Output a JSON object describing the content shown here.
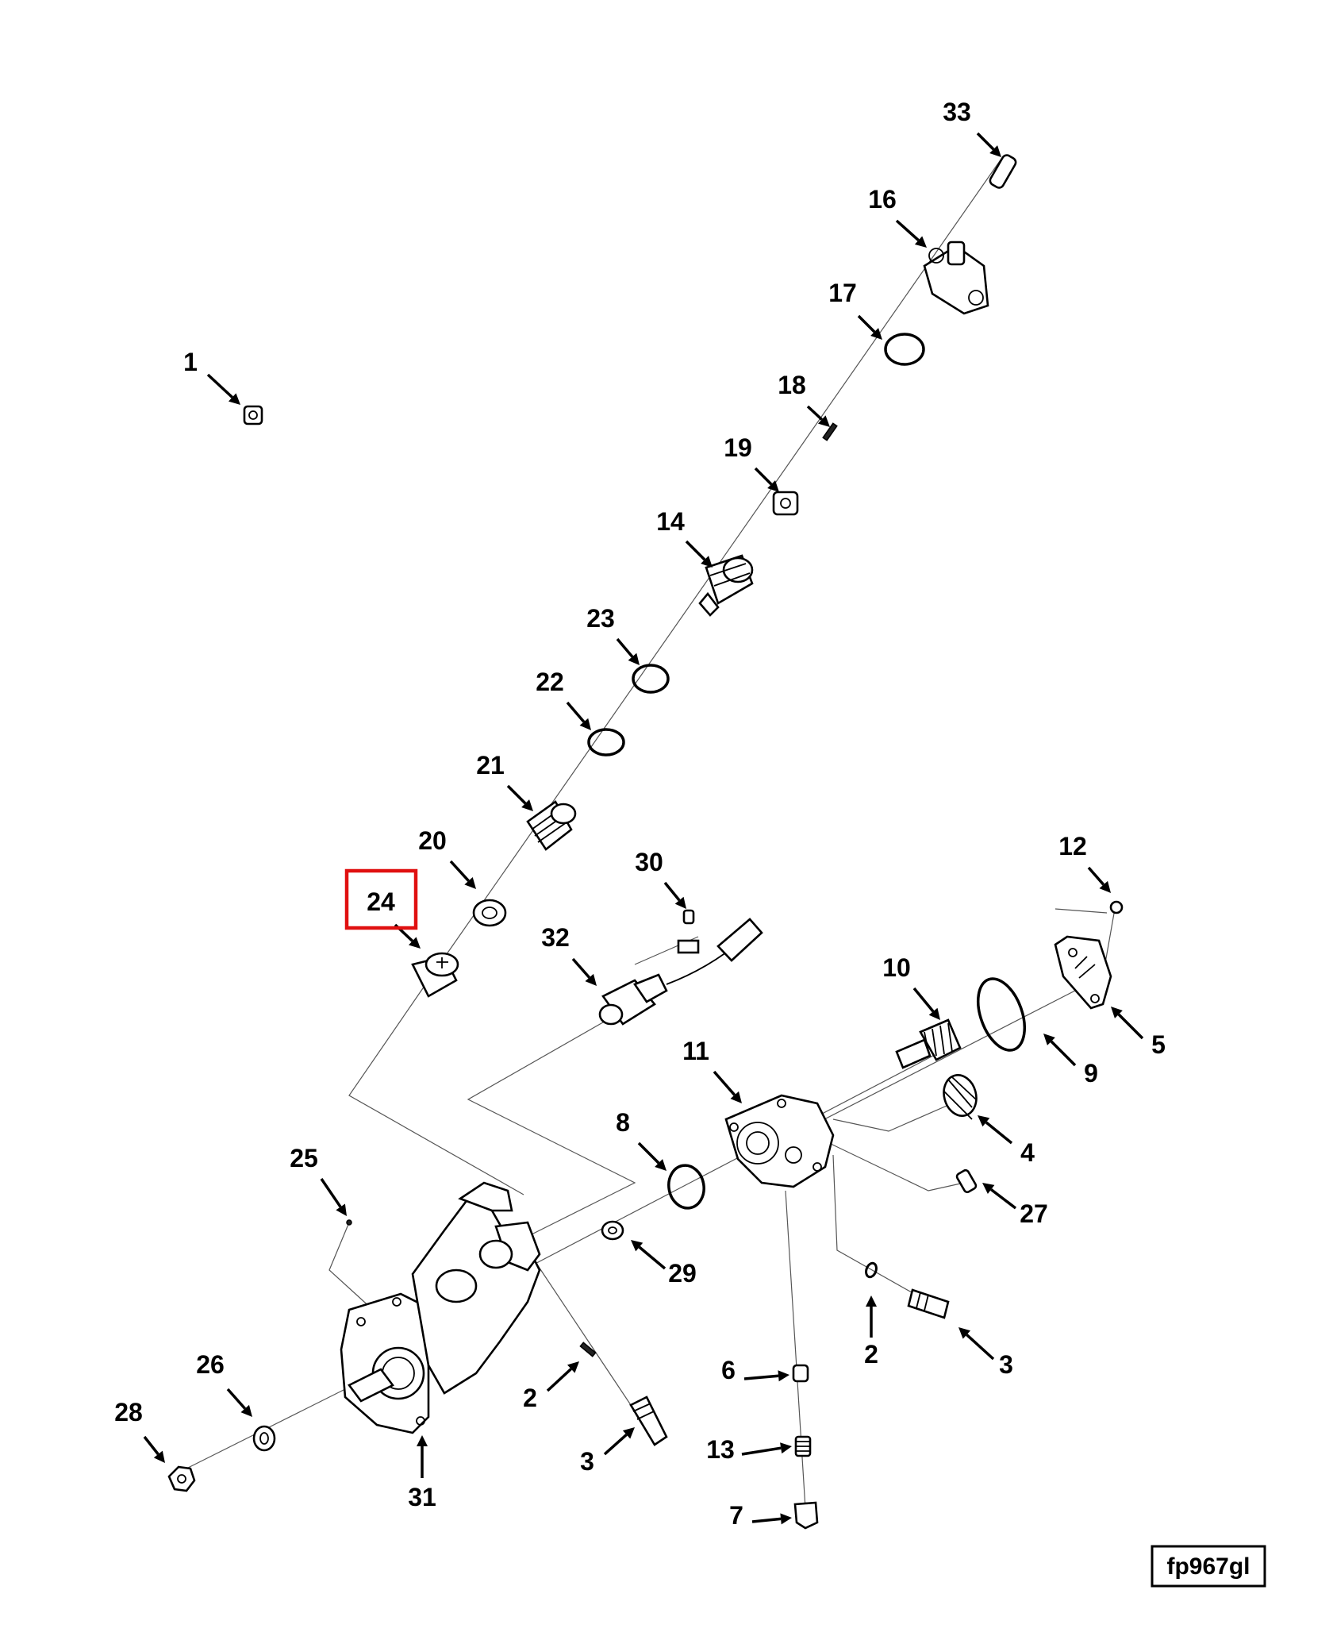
{
  "figure": {
    "id": "fp967gl",
    "highlighted_callout": "24",
    "highlight_color": "#e01010"
  },
  "callouts": [
    {
      "key": "c33",
      "label": "33"
    },
    {
      "key": "c16",
      "label": "16"
    },
    {
      "key": "c17",
      "label": "17"
    },
    {
      "key": "c18",
      "label": "18"
    },
    {
      "key": "c19",
      "label": "19"
    },
    {
      "key": "c14",
      "label": "14"
    },
    {
      "key": "c23",
      "label": "23"
    },
    {
      "key": "c22",
      "label": "22"
    },
    {
      "key": "c21",
      "label": "21"
    },
    {
      "key": "c20",
      "label": "20"
    },
    {
      "key": "c24",
      "label": "24"
    },
    {
      "key": "c1",
      "label": "1"
    },
    {
      "key": "c30",
      "label": "30"
    },
    {
      "key": "c32",
      "label": "32"
    },
    {
      "key": "c12",
      "label": "12"
    },
    {
      "key": "c10",
      "label": "10"
    },
    {
      "key": "c5",
      "label": "5"
    },
    {
      "key": "c9",
      "label": "9"
    },
    {
      "key": "c11",
      "label": "11"
    },
    {
      "key": "c4",
      "label": "4"
    },
    {
      "key": "c8",
      "label": "8"
    },
    {
      "key": "c27",
      "label": "27"
    },
    {
      "key": "c25",
      "label": "25"
    },
    {
      "key": "c29",
      "label": "29"
    },
    {
      "key": "c2a",
      "label": "2"
    },
    {
      "key": "c3a",
      "label": "3"
    },
    {
      "key": "c26",
      "label": "26"
    },
    {
      "key": "c28",
      "label": "28"
    },
    {
      "key": "c31",
      "label": "31"
    },
    {
      "key": "c2b",
      "label": "2"
    },
    {
      "key": "c3b",
      "label": "3"
    },
    {
      "key": "c6",
      "label": "6"
    },
    {
      "key": "c13",
      "label": "13"
    },
    {
      "key": "c7",
      "label": "7"
    }
  ]
}
